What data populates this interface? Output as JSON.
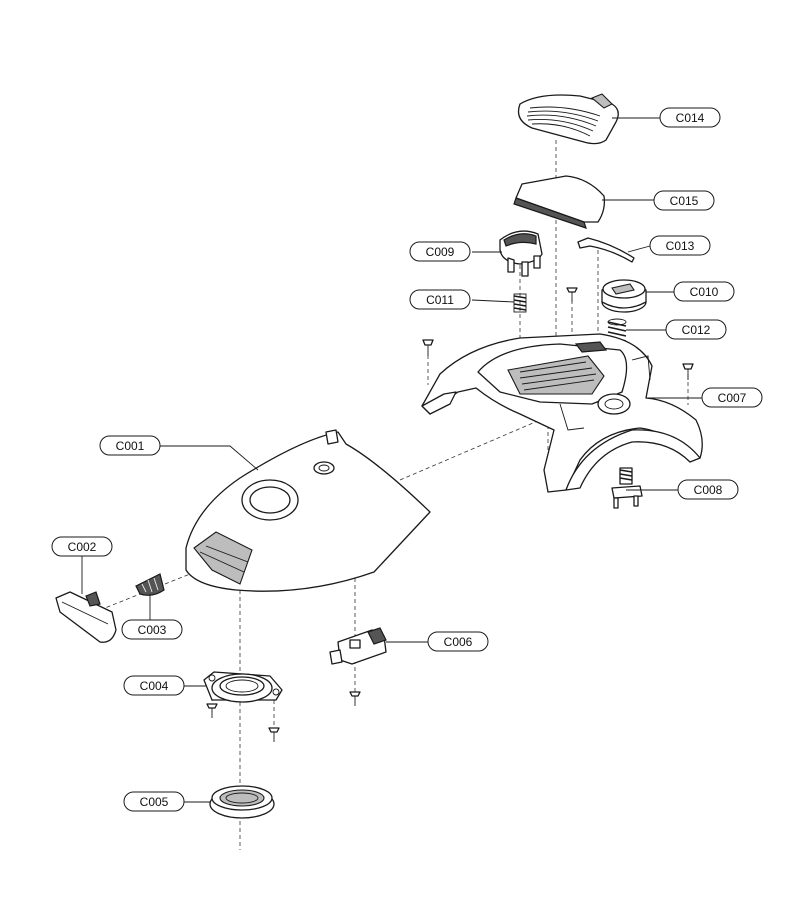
{
  "labels": {
    "c001": "C001",
    "c002": "C002",
    "c003": "C003",
    "c004": "C004",
    "c005": "C005",
    "c006": "C006",
    "c007": "C007",
    "c008": "C008",
    "c009": "C009",
    "c010": "C010",
    "c011": "C011",
    "c012": "C012",
    "c013": "C013",
    "c014": "C014",
    "c015": "C015"
  }
}
